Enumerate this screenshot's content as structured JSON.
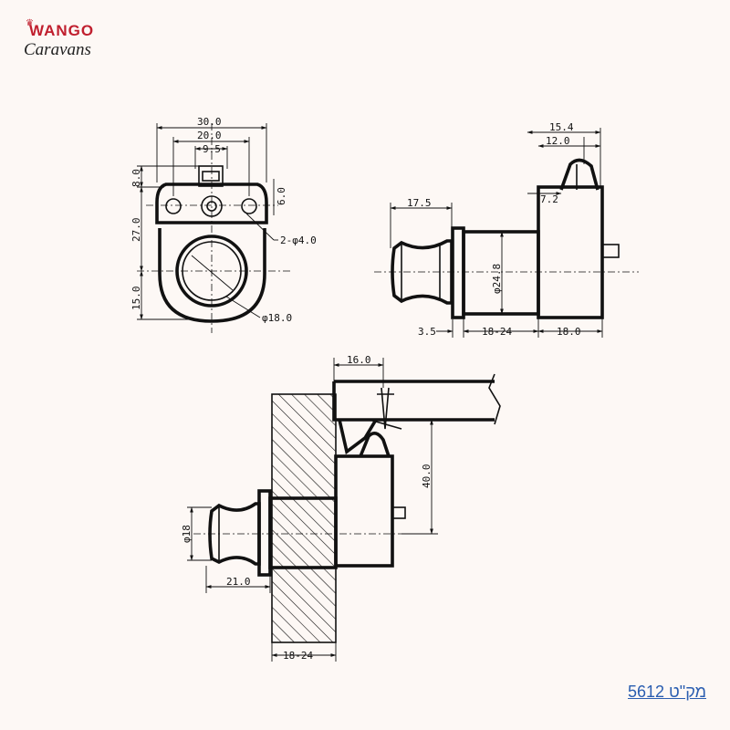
{
  "brand": {
    "line1": "WANGO",
    "line2": "Caravans",
    "crown": "♛"
  },
  "sku_label": "מק\"ט 5612",
  "front_view": {
    "width_total": "30.0",
    "width_mid": "20.0",
    "width_inner": "9.5",
    "height_top": "8.0",
    "height_mid": "27.0",
    "height_bottom": "15.0",
    "right_offset": "6.0",
    "holes": "2-φ4.0",
    "bore": "φ18.0"
  },
  "side_view": {
    "top_total": "15.4",
    "top_inner": "12.0",
    "pin_offset": "7.2",
    "knob_length": "17.5",
    "body_diameter": "φ24.8",
    "flange": "3.5",
    "panel_range": "18-24",
    "body_length": "18.0"
  },
  "install_view": {
    "overhang": "16.0",
    "height": "40.0",
    "knob_diameter": "φ18",
    "knob_reach": "21.0",
    "panel_range": "18-24"
  }
}
